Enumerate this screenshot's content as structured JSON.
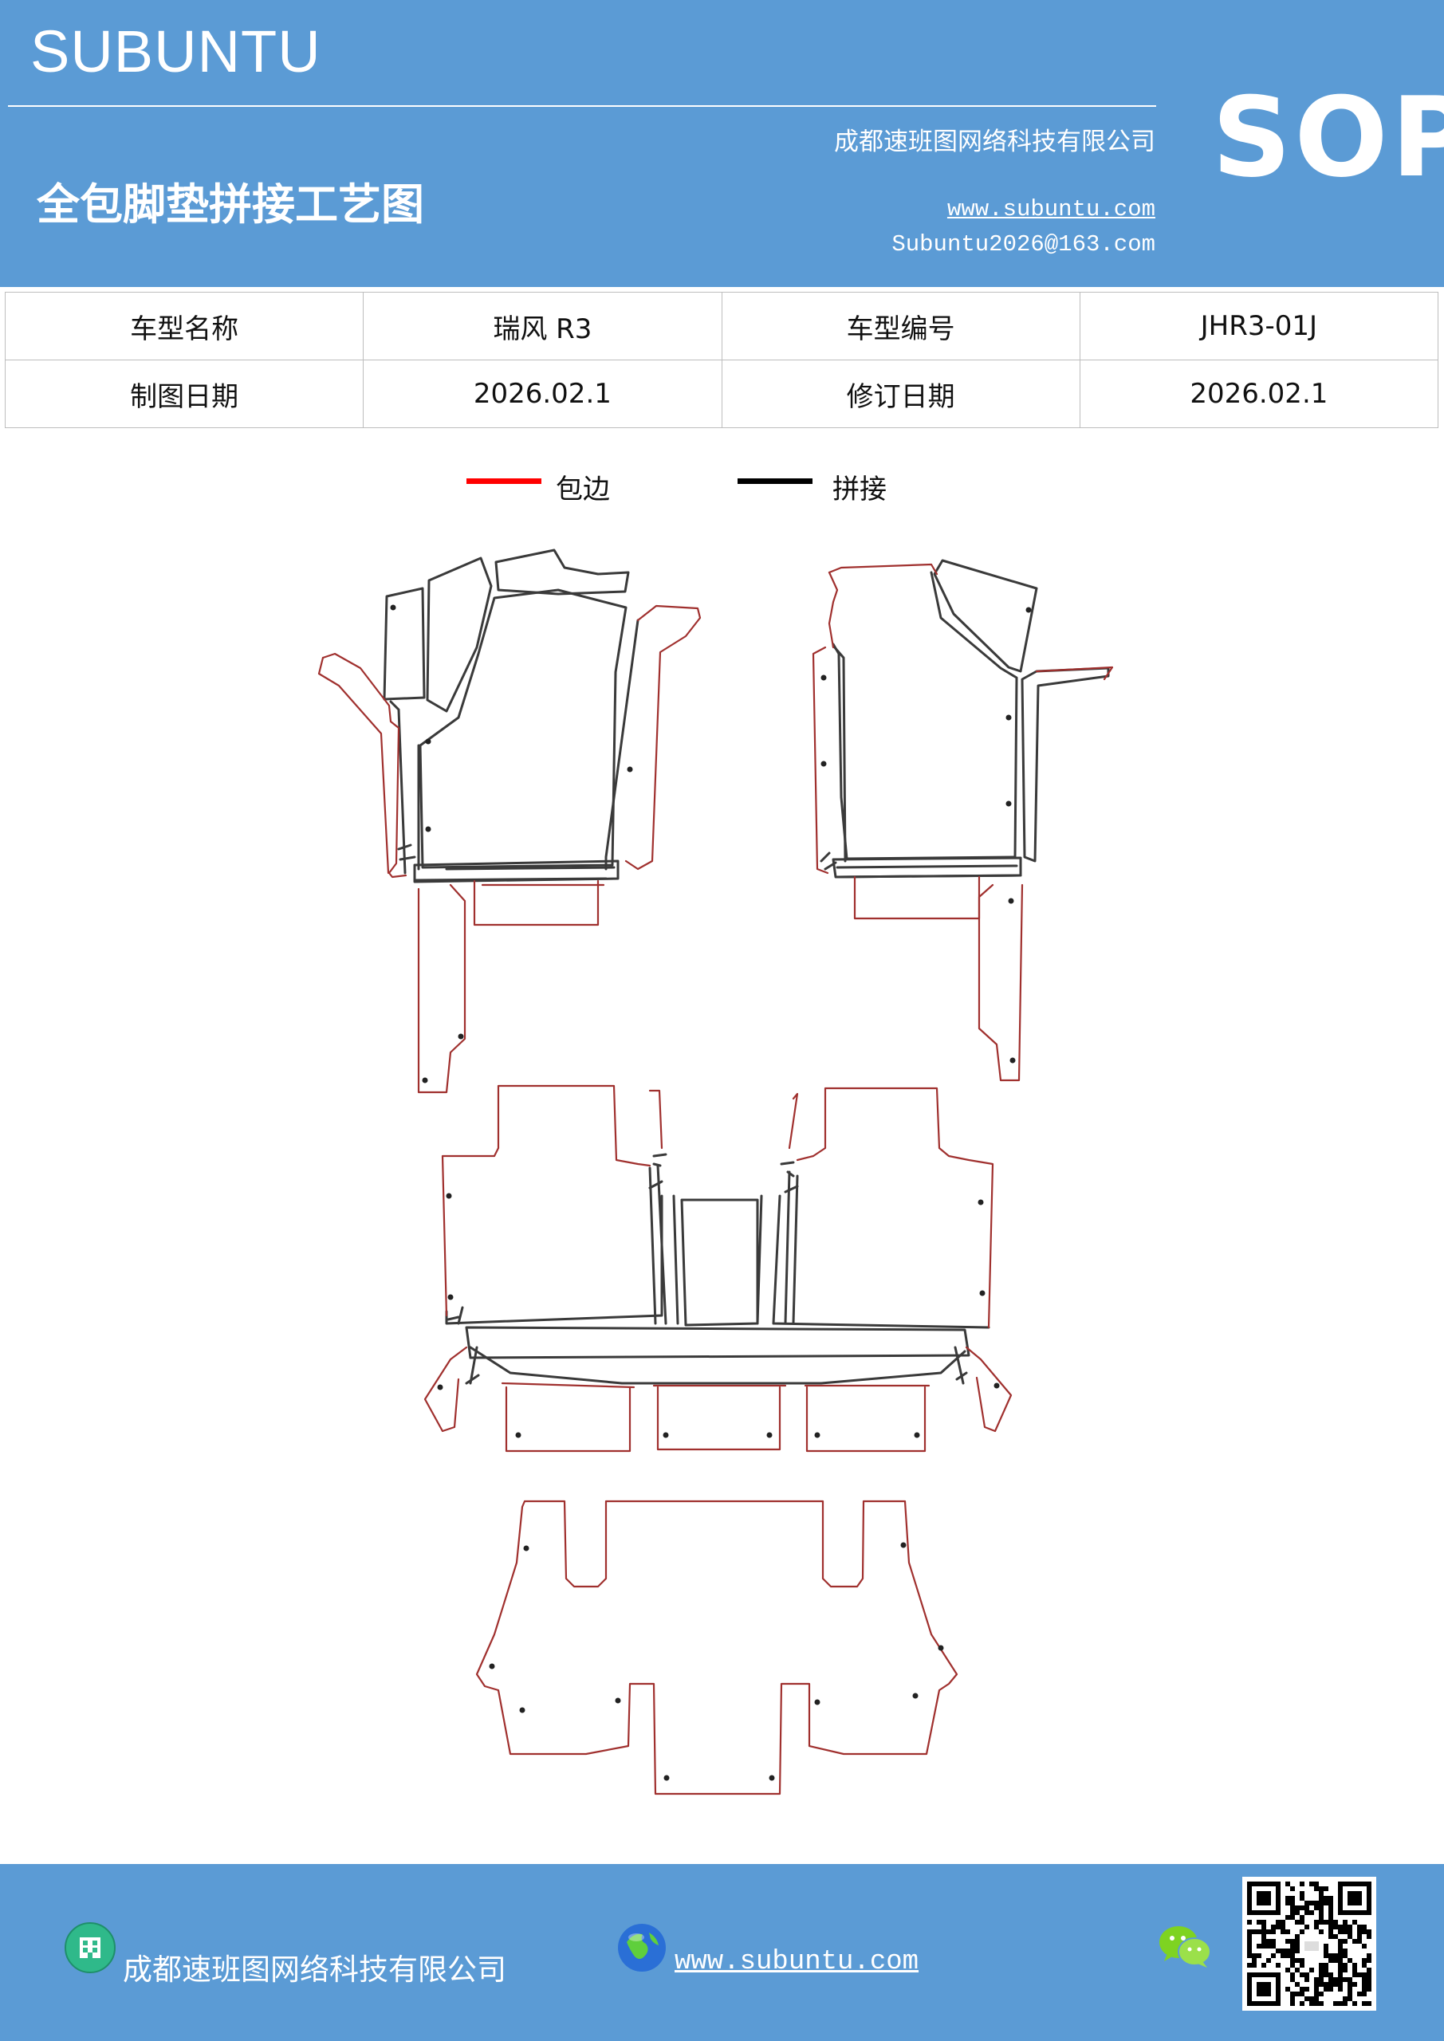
{
  "header": {
    "brand": "SUBUNTU",
    "company": "成都速班图网络科技有限公司",
    "title": "全包脚垫拼接工艺图",
    "website": "www.subuntu.com",
    "email": "Subuntu2026@163.com",
    "badge": "SOP"
  },
  "info_table": {
    "rows": [
      [
        {
          "label": "车型名称"
        },
        {
          "value": "瑞风 R3"
        },
        {
          "label": "车型编号"
        },
        {
          "value": "JHR3-01J"
        }
      ],
      [
        {
          "label": "制图日期"
        },
        {
          "value": "2026.02.1"
        },
        {
          "label": "修订日期"
        },
        {
          "value": "2026.02.1"
        }
      ]
    ]
  },
  "legend": [
    {
      "label": "包边",
      "color": "#ff0000"
    },
    {
      "label": "拼接",
      "color": "#000000"
    }
  ],
  "colors": {
    "brand_blue": "#5b9bd5",
    "edge_line": "#a0302e",
    "seam_line": "#3a3a3a"
  },
  "footer": {
    "company": "成都速班图网络科技有限公司",
    "website": "www.subuntu.com",
    "icons": [
      "building-icon",
      "globe-icon",
      "wechat-icon",
      "qr-code"
    ]
  }
}
